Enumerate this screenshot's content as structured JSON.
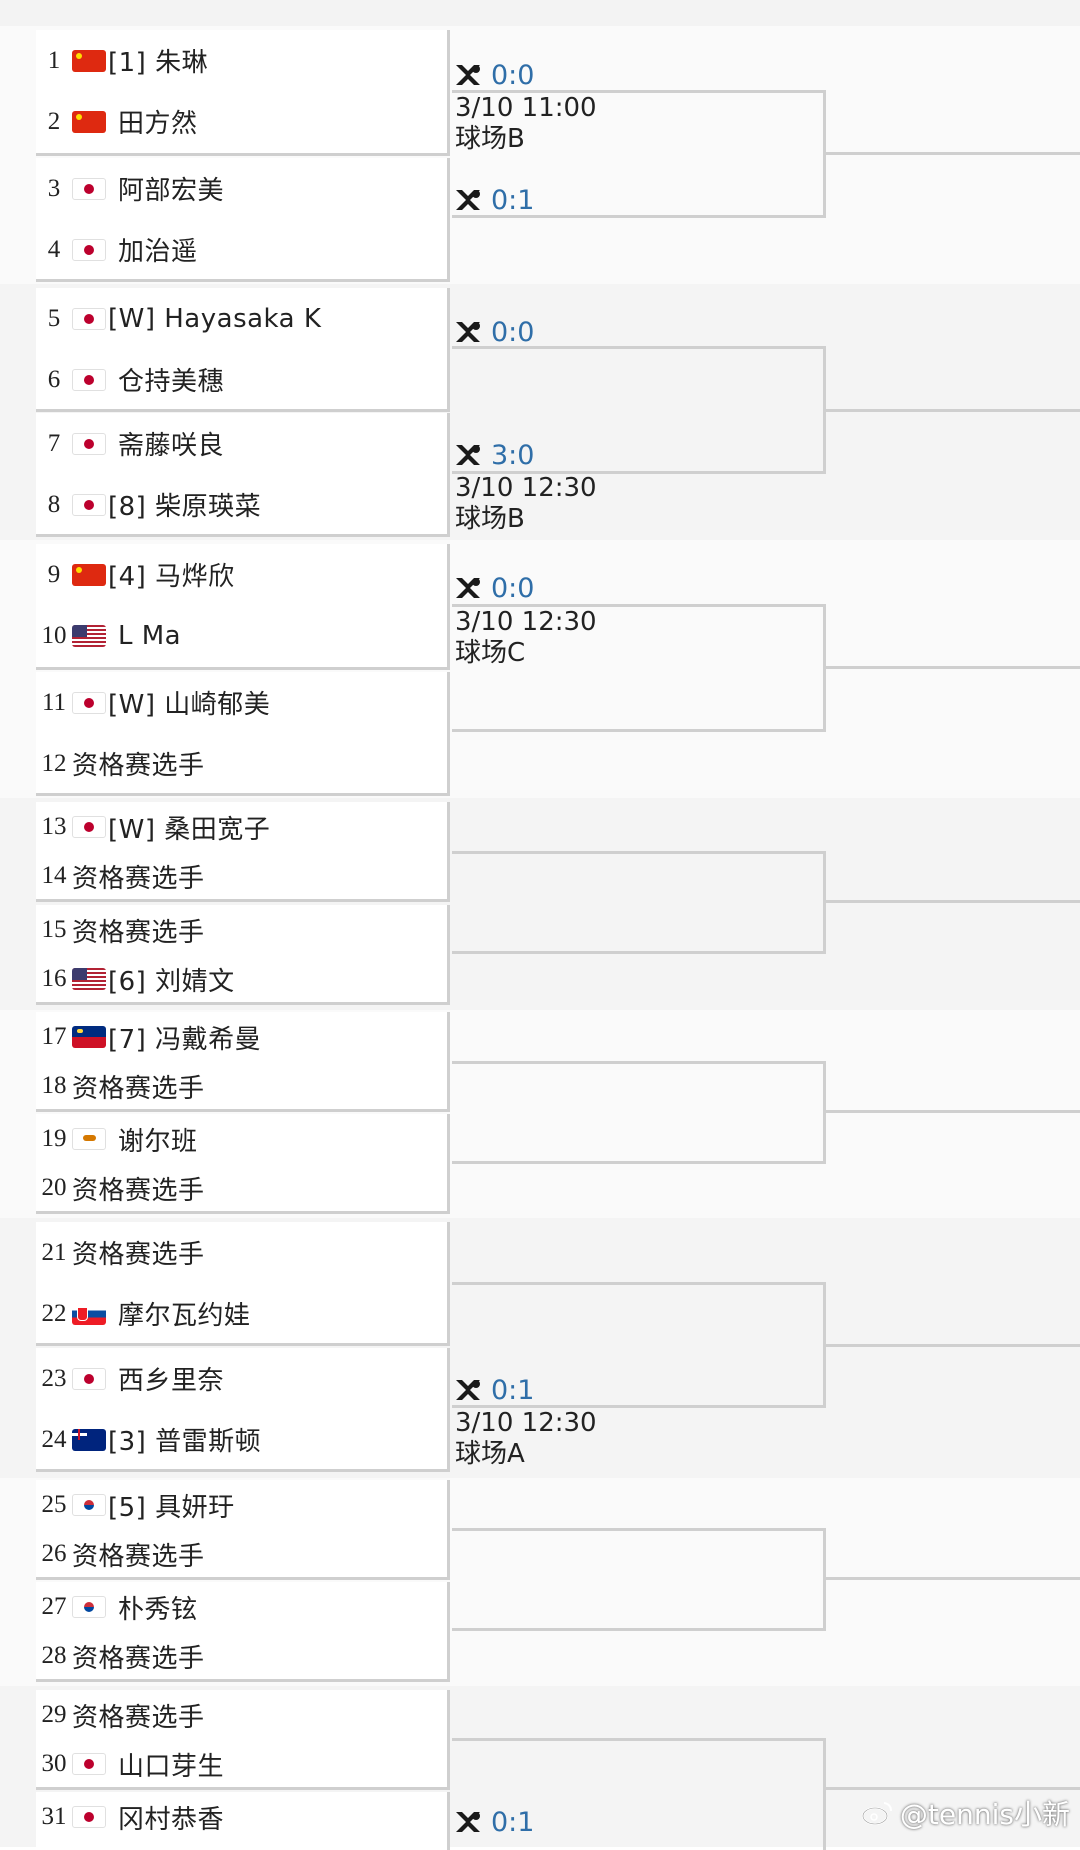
{
  "draw": {
    "players": [
      {
        "seed_no": "1",
        "flag": "cn",
        "label": "[1] 朱琳"
      },
      {
        "seed_no": "2",
        "flag": "cn",
        "label": "田方然"
      },
      {
        "seed_no": "3",
        "flag": "jp",
        "label": "阿部宏美"
      },
      {
        "seed_no": "4",
        "flag": "jp",
        "label": "加治遥"
      },
      {
        "seed_no": "5",
        "flag": "jp",
        "label": "[W] Hayasaka K"
      },
      {
        "seed_no": "6",
        "flag": "jp",
        "label": "仓持美穗"
      },
      {
        "seed_no": "7",
        "flag": "jp",
        "label": "斋藤咲良"
      },
      {
        "seed_no": "8",
        "flag": "jp",
        "label": "[8] 柴原瑛菜"
      },
      {
        "seed_no": "9",
        "flag": "cn",
        "label": "[4] 马烨欣"
      },
      {
        "seed_no": "10",
        "flag": "us",
        "label": "L Ma"
      },
      {
        "seed_no": "11",
        "flag": "jp",
        "label": "[W] 山崎郁美"
      },
      {
        "seed_no": "12",
        "flag": "none",
        "label": "资格赛选手"
      },
      {
        "seed_no": "13",
        "flag": "jp",
        "label": "[W] 桑田宽子"
      },
      {
        "seed_no": "14",
        "flag": "none",
        "label": "资格赛选手"
      },
      {
        "seed_no": "15",
        "flag": "none",
        "label": "资格赛选手"
      },
      {
        "seed_no": "16",
        "flag": "us",
        "label": "[6] 刘婧文"
      },
      {
        "seed_no": "17",
        "flag": "li",
        "label": "[7] 冯戴希曼"
      },
      {
        "seed_no": "18",
        "flag": "none",
        "label": "资格赛选手"
      },
      {
        "seed_no": "19",
        "flag": "cy",
        "label": "谢尔班"
      },
      {
        "seed_no": "20",
        "flag": "none",
        "label": "资格赛选手"
      },
      {
        "seed_no": "21",
        "flag": "none",
        "label": "资格赛选手"
      },
      {
        "seed_no": "22",
        "flag": "sk",
        "label": "摩尔瓦约娃"
      },
      {
        "seed_no": "23",
        "flag": "jp",
        "label": "西乡里奈"
      },
      {
        "seed_no": "24",
        "flag": "au",
        "label": "[3] 普雷斯顿"
      },
      {
        "seed_no": "25",
        "flag": "kr",
        "label": "[5] 具妍玗"
      },
      {
        "seed_no": "26",
        "flag": "none",
        "label": "资格赛选手"
      },
      {
        "seed_no": "27",
        "flag": "kr",
        "label": "朴秀铉"
      },
      {
        "seed_no": "28",
        "flag": "none",
        "label": "资格赛选手"
      },
      {
        "seed_no": "29",
        "flag": "none",
        "label": "资格赛选手"
      },
      {
        "seed_no": "30",
        "flag": "jp",
        "label": "山口芽生"
      },
      {
        "seed_no": "31",
        "flag": "jp",
        "label": "冈村恭香"
      }
    ],
    "scores": [
      "0:0",
      "0:1",
      "0:0",
      "3:0",
      "0:0",
      "0:1",
      "0:1"
    ],
    "matches": [
      {
        "time": "3/10 11:00",
        "court": "球场B"
      },
      {
        "time": "3/10 12:30",
        "court": "球场B"
      },
      {
        "time": "3/10 12:30",
        "court": "球场C"
      },
      {
        "time": "3/10 12:30",
        "court": "球场A"
      }
    ]
  },
  "watermark": "@tennis小新",
  "colors": {
    "score": "#2f6ea8",
    "line": "#cfcfcf",
    "band": "#f4f4f4"
  }
}
